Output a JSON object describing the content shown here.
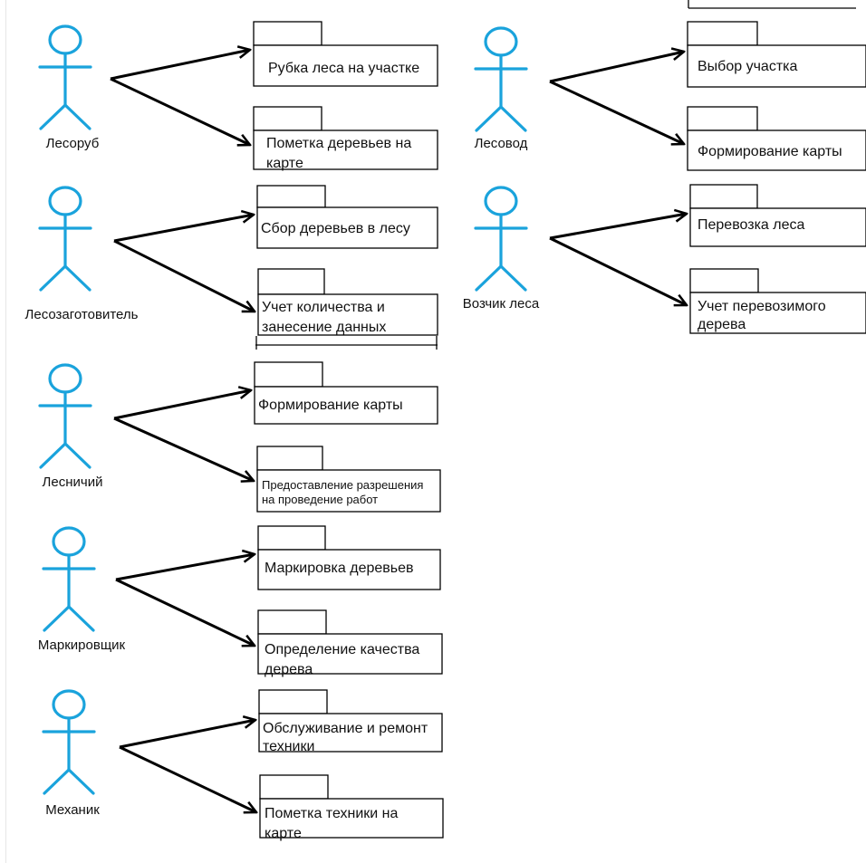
{
  "colors": {
    "actor": "#1aa3dc",
    "arrow": "#000000",
    "package_border": "#000000",
    "text": "#111111",
    "background": "#ffffff"
  },
  "diagram": {
    "actors": [
      {
        "id": "a1",
        "label": "Лесоруб"
      },
      {
        "id": "a2",
        "label": "Лесозаготовитель"
      },
      {
        "id": "a3",
        "label": "Лесничий"
      },
      {
        "id": "a4",
        "label": "Маркировщик"
      },
      {
        "id": "a5",
        "label": "Механик"
      },
      {
        "id": "a6",
        "label": "Лесовод"
      },
      {
        "id": "a7",
        "label": "Возчик леса"
      }
    ],
    "packages": [
      {
        "id": "p1",
        "actor": "a1",
        "lines": [
          "Рубка леса на участке"
        ]
      },
      {
        "id": "p2",
        "actor": "a1",
        "lines": [
          "Пометка деревьев на",
          "карте"
        ]
      },
      {
        "id": "p3",
        "actor": "a2",
        "lines": [
          "Сбор деревьев в лесу"
        ]
      },
      {
        "id": "p4",
        "actor": "a2",
        "lines": [
          "Учет количества и",
          "занесение данных"
        ]
      },
      {
        "id": "p5",
        "actor": "a3",
        "lines": [
          "Формирование карты"
        ]
      },
      {
        "id": "p6",
        "actor": "a3",
        "lines": [
          "Предоставление разрешения",
          "на проведение работ"
        ]
      },
      {
        "id": "p7",
        "actor": "a4",
        "lines": [
          "Маркировка деревьев"
        ]
      },
      {
        "id": "p8",
        "actor": "a4",
        "lines": [
          "Определение качества",
          "дерева"
        ]
      },
      {
        "id": "p9",
        "actor": "a5",
        "lines": [
          "Обслуживание и ремонт",
          "техники"
        ]
      },
      {
        "id": "p10",
        "actor": "a5",
        "lines": [
          "Пометка техники на",
          "карте"
        ]
      },
      {
        "id": "p11",
        "actor": "a6",
        "lines": [
          "Выбор участка"
        ]
      },
      {
        "id": "p12",
        "actor": "a6",
        "lines": [
          "Формирование карты"
        ]
      },
      {
        "id": "p13",
        "actor": "a7",
        "lines": [
          "Перевозка леса"
        ]
      },
      {
        "id": "p14",
        "actor": "a7",
        "lines": [
          "Учет перевозимого",
          "дерева"
        ]
      }
    ]
  }
}
